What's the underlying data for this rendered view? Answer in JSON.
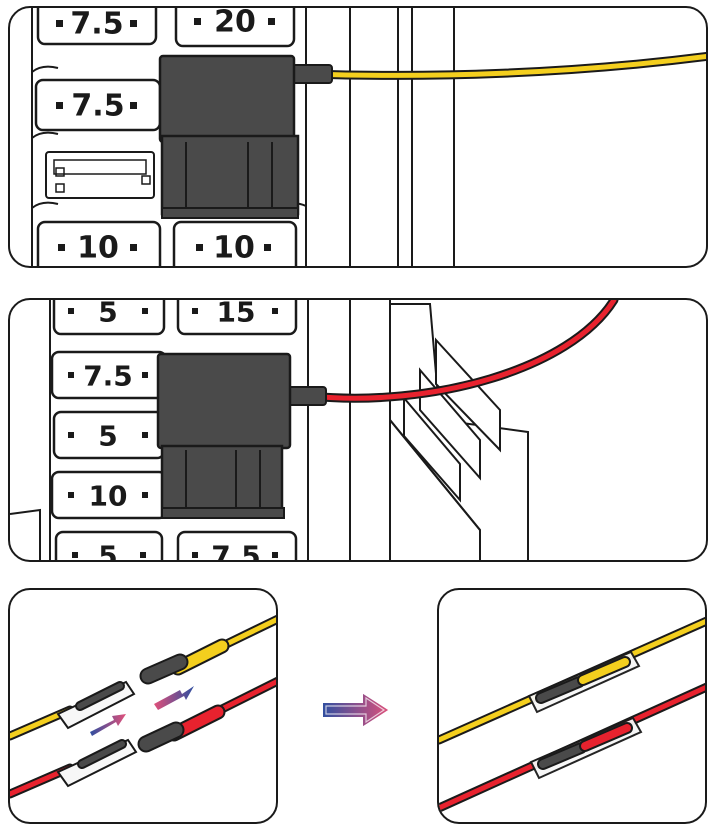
{
  "panel1": {
    "fuses": [
      "7.5",
      "20",
      "7.5",
      "10",
      "10"
    ]
  },
  "panel2": {
    "fuses": [
      "5",
      "15",
      "7.5",
      "5",
      "10",
      "5",
      "7.5"
    ]
  },
  "colors": {
    "yellow_wire": "#f4cf1e",
    "red_wire": "#e8222e",
    "fuse_tap": "#4a4a4a",
    "outline": "#1a1a1a",
    "arrow_start": "#2f4fa0",
    "arrow_end": "#e0507a"
  },
  "icons": {
    "fuse_tap": "add-a-circuit-fuse-tap-icon",
    "connector": "bullet-connector-icon",
    "next": "right-arrow-icon"
  }
}
